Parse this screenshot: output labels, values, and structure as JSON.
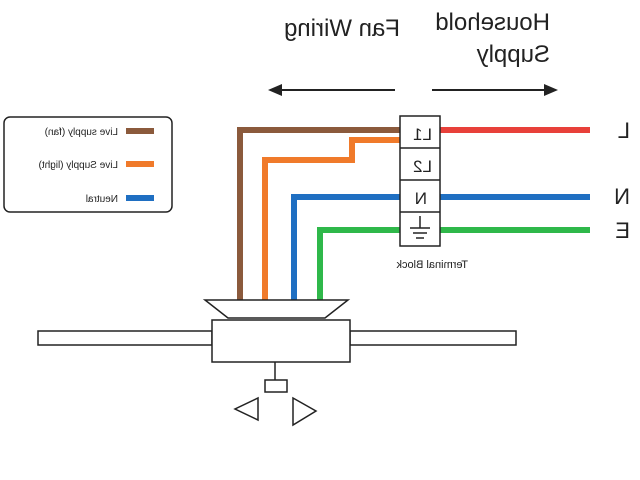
{
  "headings": {
    "fan_wiring": "Fan Wiring",
    "household_supply_line1": "Household",
    "household_supply_line2": "Supply"
  },
  "legend": {
    "items": [
      {
        "label": "Live supply (fan)",
        "color": "#8b5a3c"
      },
      {
        "label": "Live Supply (light)",
        "color": "#f07a2a"
      },
      {
        "label": "Neutral",
        "color": "#1f6fc2"
      }
    ]
  },
  "terminal_block": {
    "label": "Terminal Block",
    "terminals": [
      "L1",
      "L2",
      "N",
      "earth-symbol"
    ]
  },
  "supply_lines": {
    "live": {
      "label": "L",
      "color": "#e8403a"
    },
    "neutral": {
      "label": "N",
      "color": "#1f6fc2"
    },
    "earth": {
      "label": "E",
      "color": "#2fb84a"
    }
  },
  "colors": {
    "earth_wire": "#2fb84a",
    "outline": "#222222"
  }
}
